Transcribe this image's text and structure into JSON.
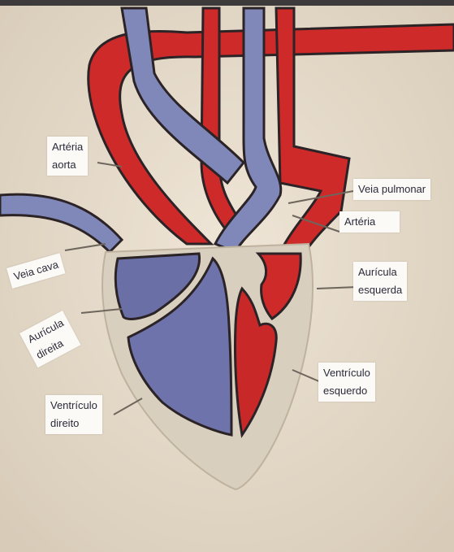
{
  "labels": {
    "arteria_aorta": {
      "line1": "Artéria",
      "line2": "aorta"
    },
    "veia_pulmonar": {
      "line1": "Veia pulmonar"
    },
    "arteria": {
      "line1": "Artéria"
    },
    "veia_cava": {
      "line1": "Veia cava"
    },
    "auricula_esquerda": {
      "line1": "Aurícula",
      "line2": "esquerda"
    },
    "auricula_direita": {
      "line1": "Aurícula",
      "line2": "direita"
    },
    "ventriculo_esquerdo": {
      "line1": "Ventrículo",
      "line2": "esquerdo"
    },
    "ventriculo_direito": {
      "line1": "Ventrículo",
      "line2": "direito"
    }
  },
  "colors": {
    "paper": "#e8dccb",
    "artery_red": "#cf2a2a",
    "vein_blue": "#7f88b8",
    "outline": "#2b2326",
    "heart_base": "#d9cfbf"
  }
}
